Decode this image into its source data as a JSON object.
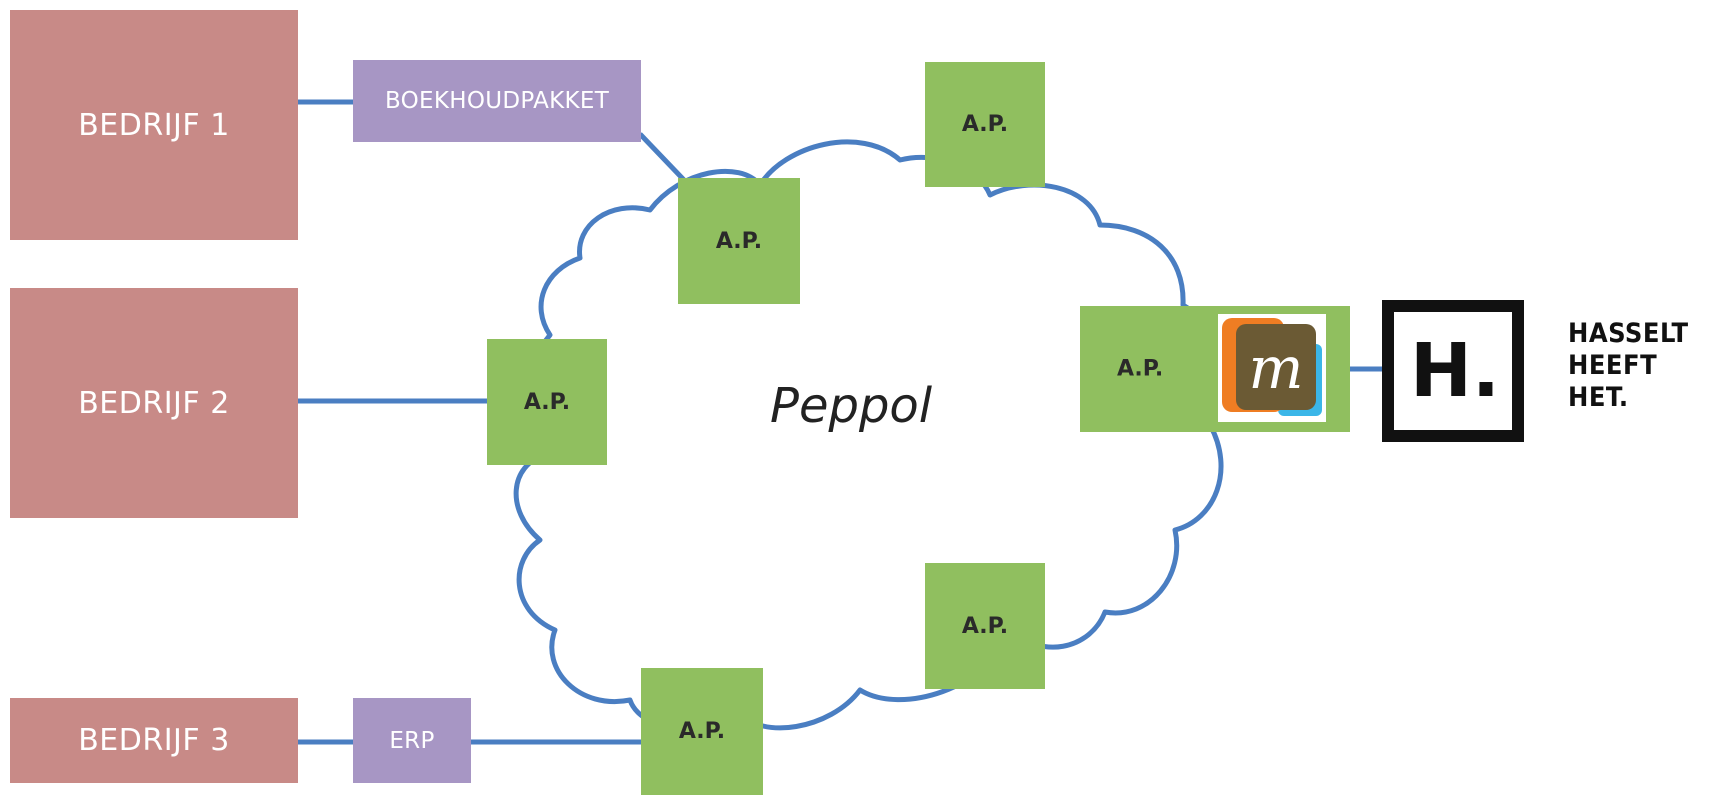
{
  "companies": {
    "c1": "BEDRIJF 1",
    "c2": "BEDRIJF 2",
    "c3": "BEDRIJF 3"
  },
  "software": {
    "accounting": "BOEKHOUDPAKKET",
    "erp": "ERP"
  },
  "access_point_label": "A.P.",
  "network_label": "Peppol",
  "logos": {
    "m_letter": "m",
    "hasselt_mark": "H.",
    "hasselt_lines": [
      "HASSELT",
      "HEEFT",
      "HET."
    ]
  },
  "colors": {
    "company": "#c88a87",
    "software": "#a796c4",
    "access_point": "#90bf5f",
    "connector": "#4a7ec2"
  }
}
